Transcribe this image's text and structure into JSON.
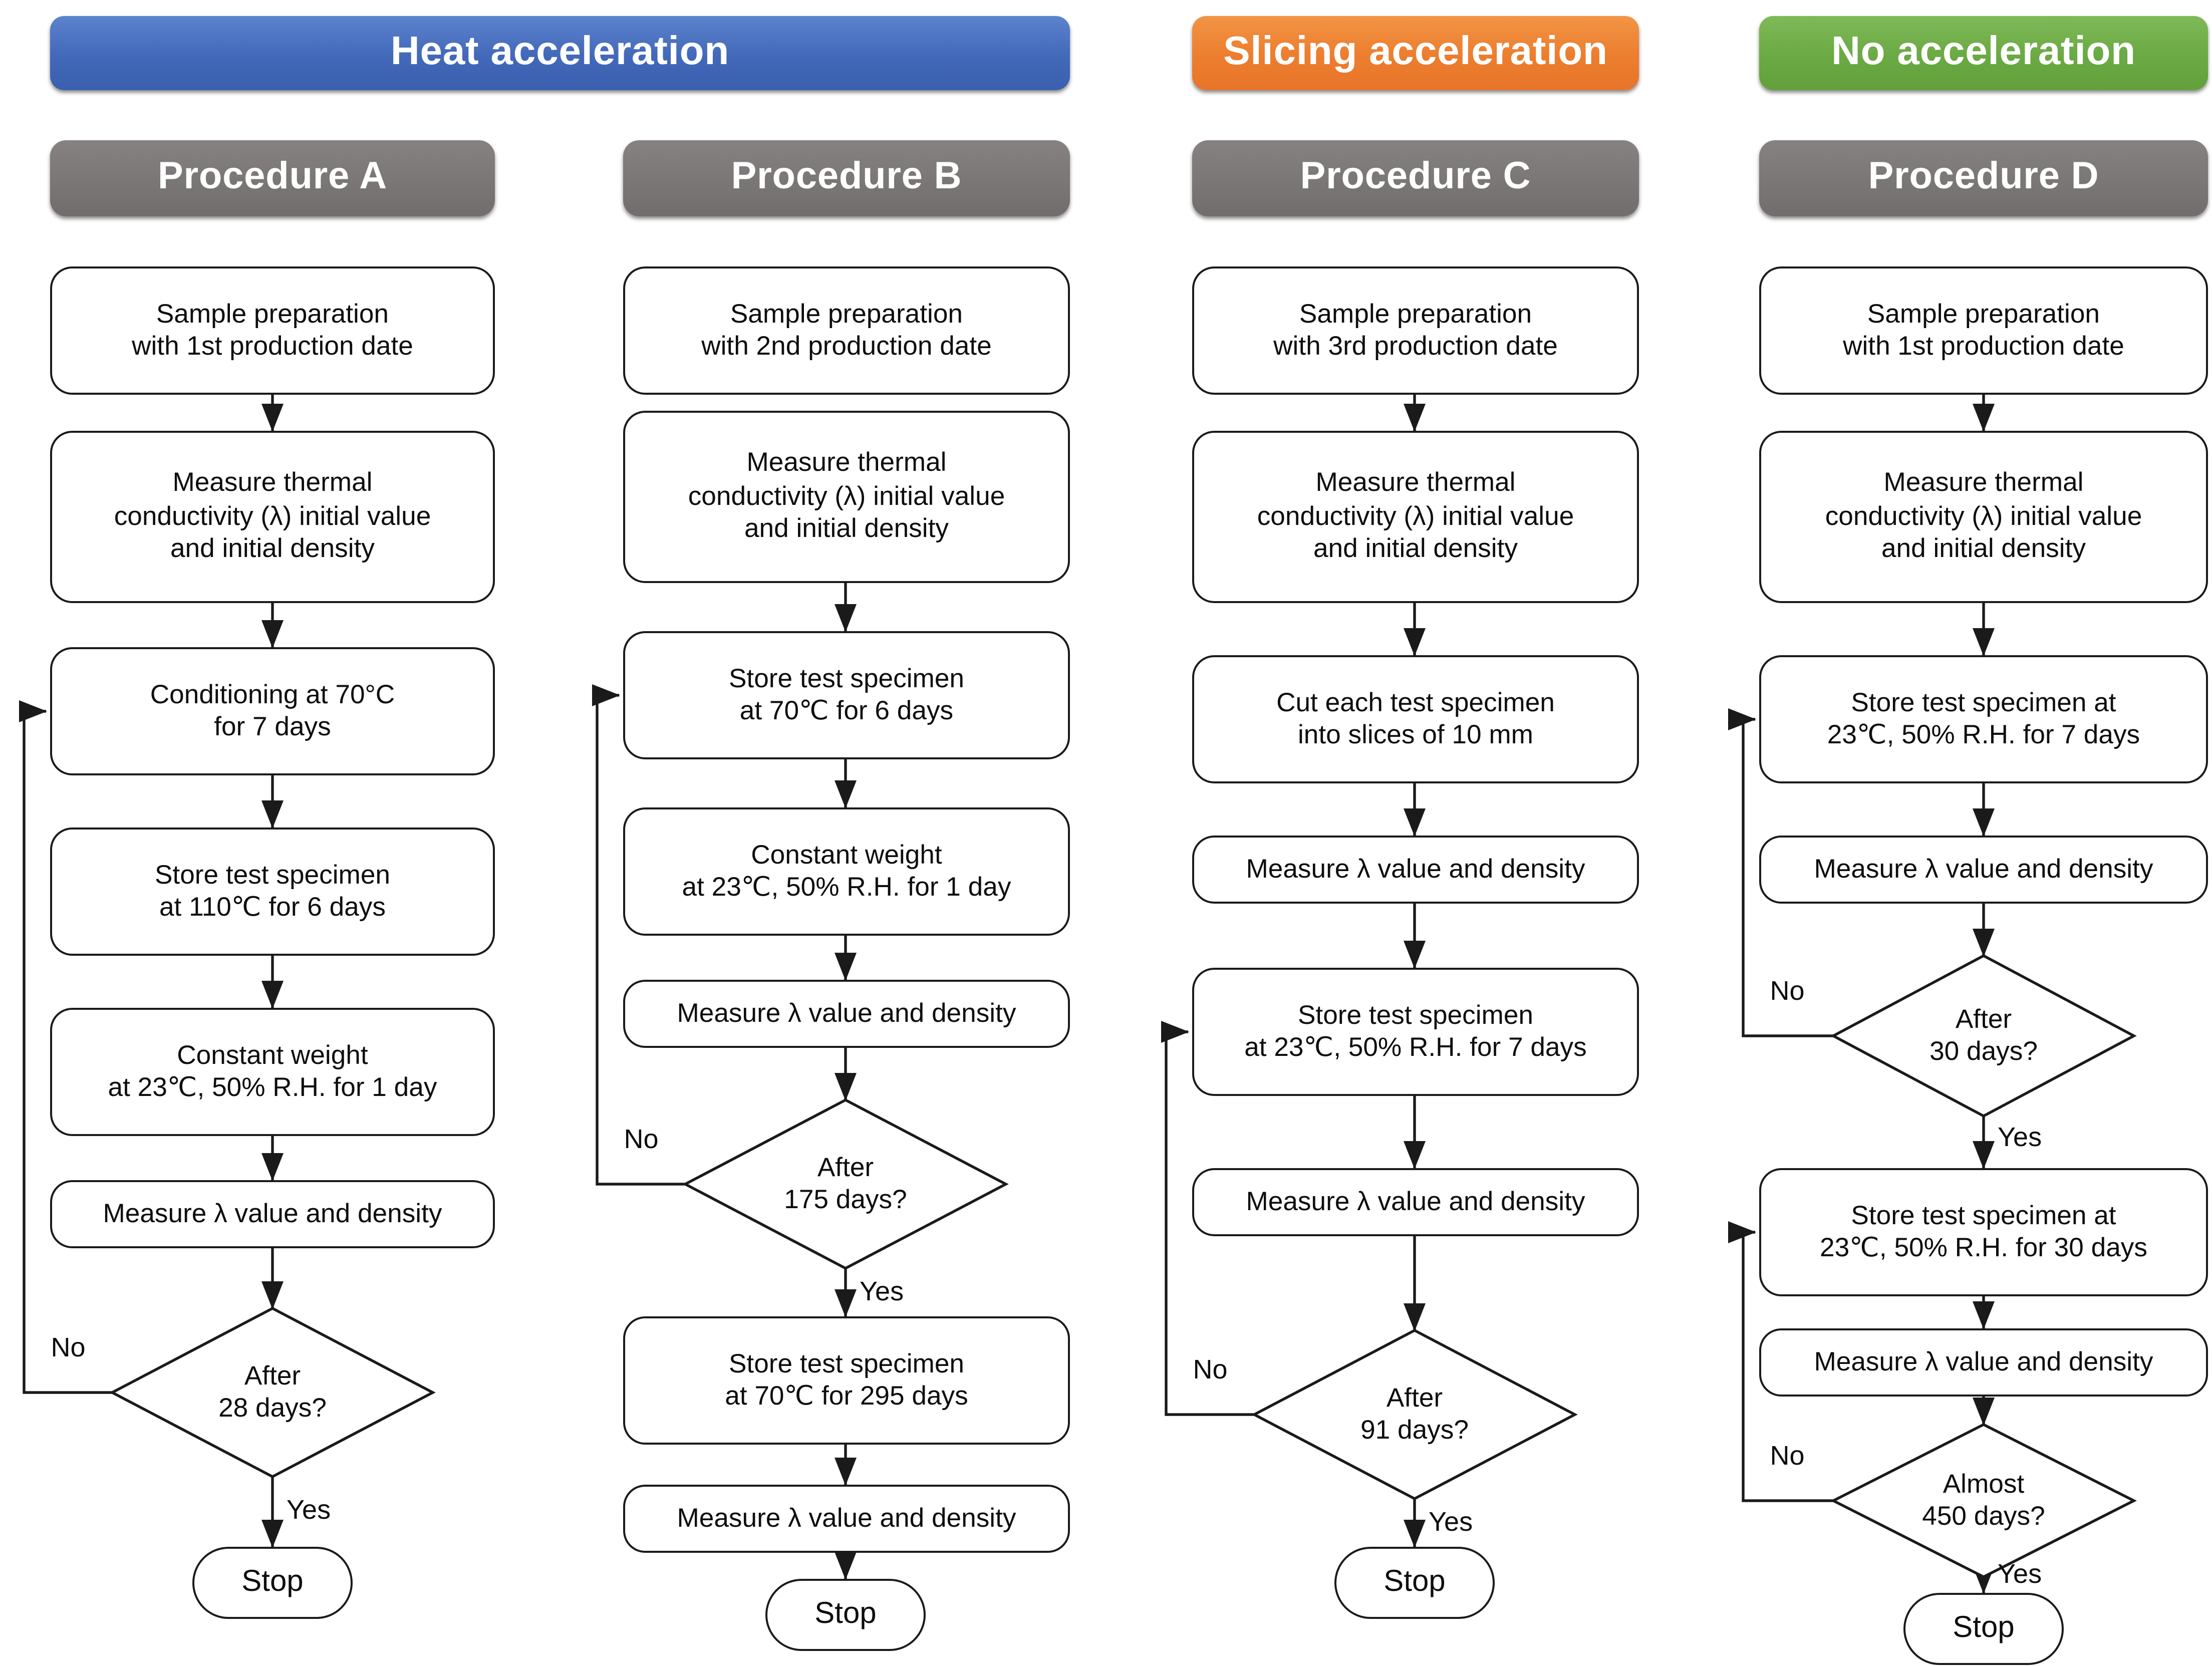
{
  "labels": {
    "yes": "Yes",
    "no": "No"
  },
  "group_headers": [
    {
      "label": "Heat acceleration",
      "color": "#4268b9"
    },
    {
      "label": "Slicing acceleration",
      "color": "#ec7d2e"
    },
    {
      "label": "No acceleration",
      "color": "#6aa943"
    }
  ],
  "columns": [
    {
      "header": "Procedure A",
      "header_color": "#767170",
      "nodes": [
        {
          "type": "process",
          "text": "Sample preparation\nwith 1st production date"
        },
        {
          "type": "process",
          "text": "Measure thermal\nconductivity (λ) initial value\nand initial density"
        },
        {
          "type": "process",
          "text": "Conditioning at 70°C\nfor 7 days"
        },
        {
          "type": "process",
          "text": "Store test specimen\nat 110℃ for 6 days"
        },
        {
          "type": "process",
          "text": "Constant weight\nat 23℃, 50% R.H. for 1 day"
        },
        {
          "type": "process",
          "text": "Measure λ value and density"
        },
        {
          "type": "decision",
          "text": "After\n28 days?"
        },
        {
          "type": "terminator",
          "text": "Stop"
        }
      ]
    },
    {
      "header": "Procedure B",
      "header_color": "#767170",
      "nodes": [
        {
          "type": "process",
          "text": "Sample preparation\nwith 2nd production date"
        },
        {
          "type": "process",
          "text": "Measure thermal\nconductivity (λ) initial value\nand initial density"
        },
        {
          "type": "process",
          "text": "Store test specimen\nat 70℃ for 6 days"
        },
        {
          "type": "process",
          "text": "Constant weight\nat 23℃, 50% R.H. for 1 day"
        },
        {
          "type": "process",
          "text": "Measure λ value and density"
        },
        {
          "type": "decision",
          "text": "After\n175 days?"
        },
        {
          "type": "process",
          "text": "Store test specimen\nat 70℃ for 295 days"
        },
        {
          "type": "process",
          "text": "Measure λ value and density"
        },
        {
          "type": "terminator",
          "text": "Stop"
        }
      ]
    },
    {
      "header": "Procedure C",
      "header_color": "#767170",
      "nodes": [
        {
          "type": "process",
          "text": "Sample preparation\nwith 3rd production date"
        },
        {
          "type": "process",
          "text": "Measure thermal\nconductivity (λ) initial value\nand initial density"
        },
        {
          "type": "process",
          "text": "Cut each test specimen\ninto slices of 10 mm"
        },
        {
          "type": "process",
          "text": "Measure λ value and density"
        },
        {
          "type": "process",
          "text": "Store test specimen\nat 23℃, 50% R.H. for 7 days"
        },
        {
          "type": "process",
          "text": "Measure λ value and density"
        },
        {
          "type": "decision",
          "text": "After\n91 days?"
        },
        {
          "type": "terminator",
          "text": "Stop"
        }
      ]
    },
    {
      "header": "Procedure D",
      "header_color": "#767170",
      "nodes": [
        {
          "type": "process",
          "text": "Sample preparation\nwith 1st production date"
        },
        {
          "type": "process",
          "text": "Measure thermal\nconductivity (λ) initial value\nand initial density"
        },
        {
          "type": "process",
          "text": "Store test specimen at\n23℃, 50% R.H. for 7 days"
        },
        {
          "type": "process",
          "text": "Measure λ value and density"
        },
        {
          "type": "decision",
          "text": "After\n30 days?"
        },
        {
          "type": "process",
          "text": "Store test specimen at\n23℃, 50% R.H. for 30 days"
        },
        {
          "type": "process",
          "text": "Measure λ value and density"
        },
        {
          "type": "decision",
          "text": "Almost\n450 days?"
        },
        {
          "type": "terminator",
          "text": "Stop"
        }
      ]
    }
  ]
}
